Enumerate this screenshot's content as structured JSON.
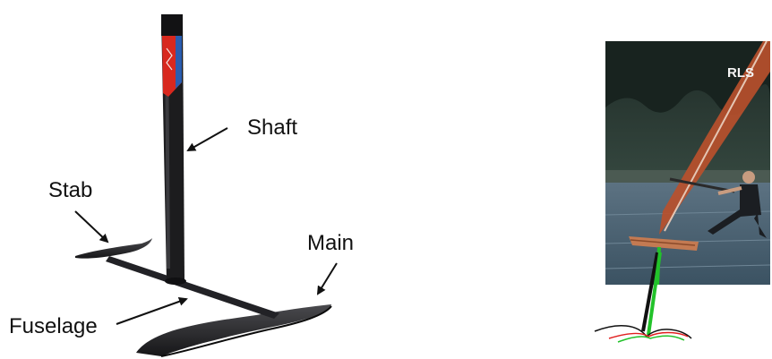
{
  "labels": {
    "shaft": "Shaft",
    "stab": "Stab",
    "main": "Main",
    "fuselage": "Fuselage"
  },
  "photo": {
    "sail_text": "RLS"
  },
  "colors": {
    "foil_dark": "#1c1c1e",
    "foil_accent_red": "#d8281e",
    "foil_accent_blue": "#2a5db0",
    "water": "#4c6476",
    "trees": "#2a3a33",
    "sail": "#b8502c",
    "mast_overlay_green": "#22c22a",
    "mast_overlay_black": "#111111",
    "mast_overlay_red": "#e02020"
  }
}
